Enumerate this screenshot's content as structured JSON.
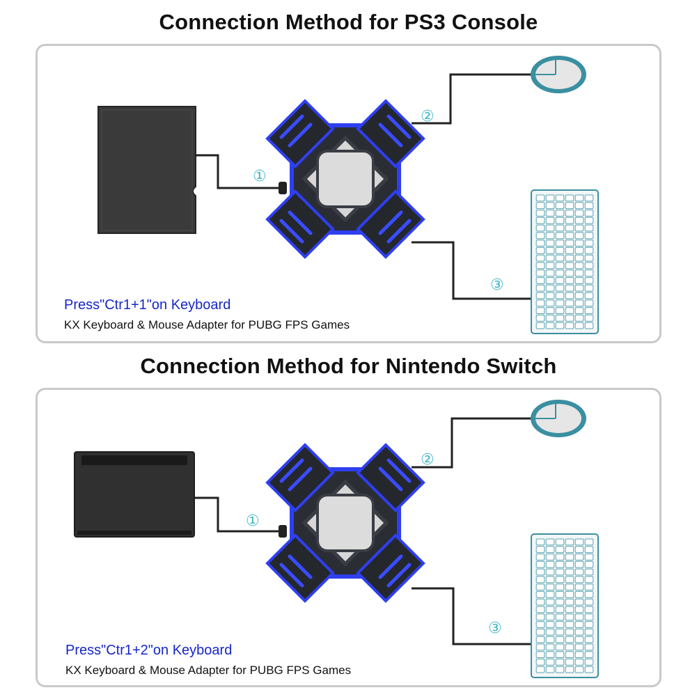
{
  "sections": [
    {
      "title": "Connection Method for PS3 Console",
      "console": "ps3",
      "press_text": "Press\"Ctr1+1\"on Keyboard",
      "description": "KX Keyboard & Mouse Adapter for PUBG FPS Games",
      "ports": [
        "①",
        "②",
        "③"
      ]
    },
    {
      "title": "Connection Method for Nintendo Switch",
      "console": "switch-dock",
      "press_text": "Press\"Ctr1+2\"on Keyboard",
      "description": "KX Keyboard & Mouse Adapter for PUBG FPS Games",
      "ports": [
        "①",
        "②",
        "③"
      ]
    }
  ],
  "colors": {
    "accent_blue": "#1626c8",
    "adapter_body": "#2a2d33",
    "adapter_glow": "#2f3ff0",
    "port_label": "#3fb6c8",
    "mouse_keyboard_teal": "#3a8fa0",
    "console_gray": "#3c3c3c"
  }
}
